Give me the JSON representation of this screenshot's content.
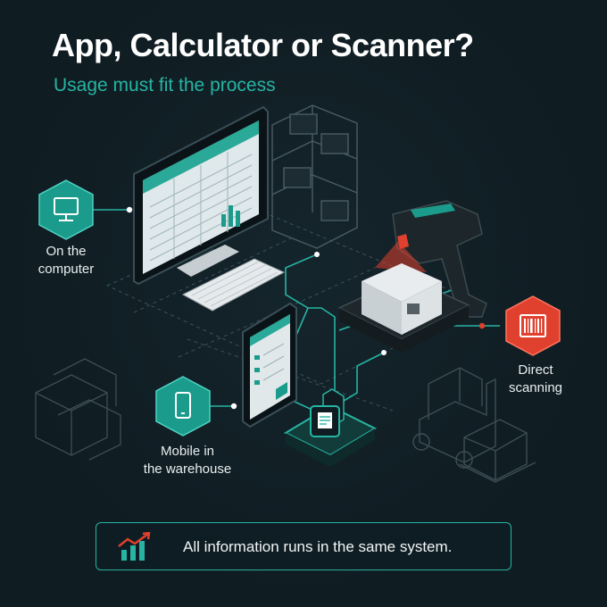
{
  "header": {
    "title": "App, Calculator or Scanner?",
    "subtitle": "Usage must fit the process"
  },
  "nodes": [
    {
      "id": "computer",
      "label": "On the\ncomputer",
      "icon": "monitor-icon",
      "color": "#1a9b8c"
    },
    {
      "id": "mobile",
      "label": "Mobile in\nthe warehouse",
      "icon": "smartphone-icon",
      "color": "#1a9b8c"
    },
    {
      "id": "scanning",
      "label": "Direct\nscanning",
      "icon": "barcode-icon",
      "color": "#e0402e"
    }
  ],
  "hub": {
    "icon": "document-list-icon"
  },
  "banner": {
    "text": "All information runs in the same system.",
    "icon": "growth-chart-icon"
  },
  "colors": {
    "background": "#0f1c22",
    "accent": "#27b4a3",
    "alert": "#e0402e",
    "text": "#ffffff"
  }
}
